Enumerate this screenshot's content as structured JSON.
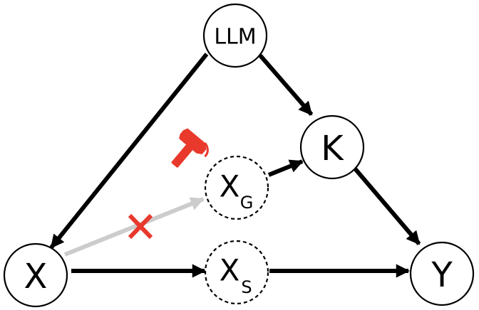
{
  "nodes": {
    "llm": {
      "label": "LLM"
    },
    "k": {
      "label": "K"
    },
    "x": {
      "label": "X"
    },
    "y": {
      "label": "Y"
    },
    "xg": {
      "label": "X",
      "sub": "G"
    },
    "xs": {
      "label": "X",
      "sub": "S"
    }
  },
  "colors": {
    "edge": "#000000",
    "blocked_edge": "#cccccc",
    "intervention": "#e8392c"
  },
  "icons": {
    "intervention": "hammer-icon",
    "blocked": "cross-icon"
  }
}
